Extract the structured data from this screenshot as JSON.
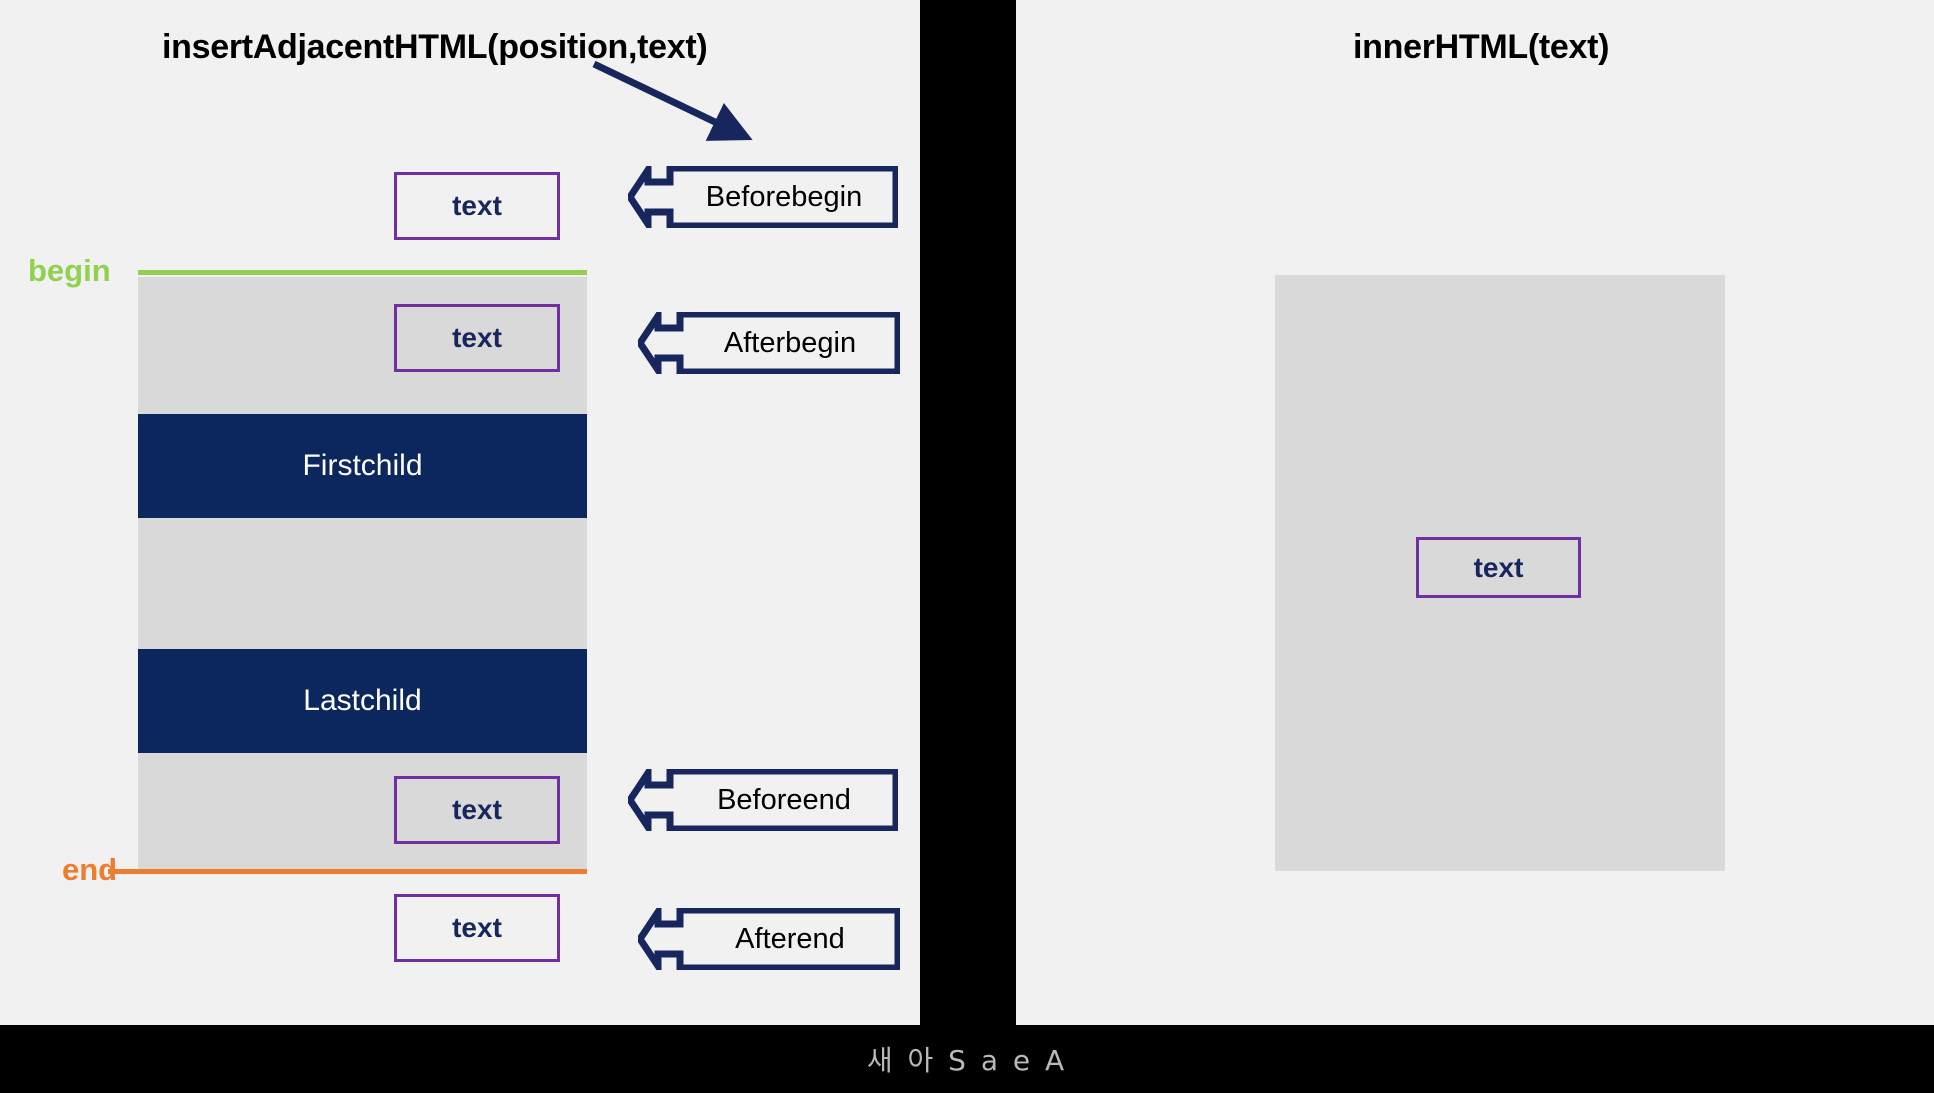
{
  "panels": {
    "left": {
      "title": "insertAdjacentHTML(position,text)",
      "parent": {
        "begin_label": "begin",
        "end_label": "end",
        "children": [
          {
            "label": "Firstchild"
          },
          {
            "label": "Lastchild"
          }
        ]
      },
      "insertions": [
        {
          "position": "Beforebegin",
          "text_label": "text",
          "inside_parent": false
        },
        {
          "position": "Afterbegin",
          "text_label": "text",
          "inside_parent": true
        },
        {
          "position": "Beforeend",
          "text_label": "text",
          "inside_parent": true
        },
        {
          "position": "Afterend",
          "text_label": "text",
          "inside_parent": false
        }
      ]
    },
    "right": {
      "title": "innerHTML(text)",
      "text_label": "text"
    }
  },
  "colors": {
    "panel_background": "#F1F1F1",
    "parent_box": "#D9D9D9",
    "child_block": "#0C265E",
    "text_box_border": "#7030A0",
    "text_box_label": "#17275E",
    "begin_line": "#92D050",
    "end_line": "#ED7D31",
    "callout_outline": "#17275E",
    "letterbox": "#000000"
  },
  "watermark": "새 아 S a e A"
}
